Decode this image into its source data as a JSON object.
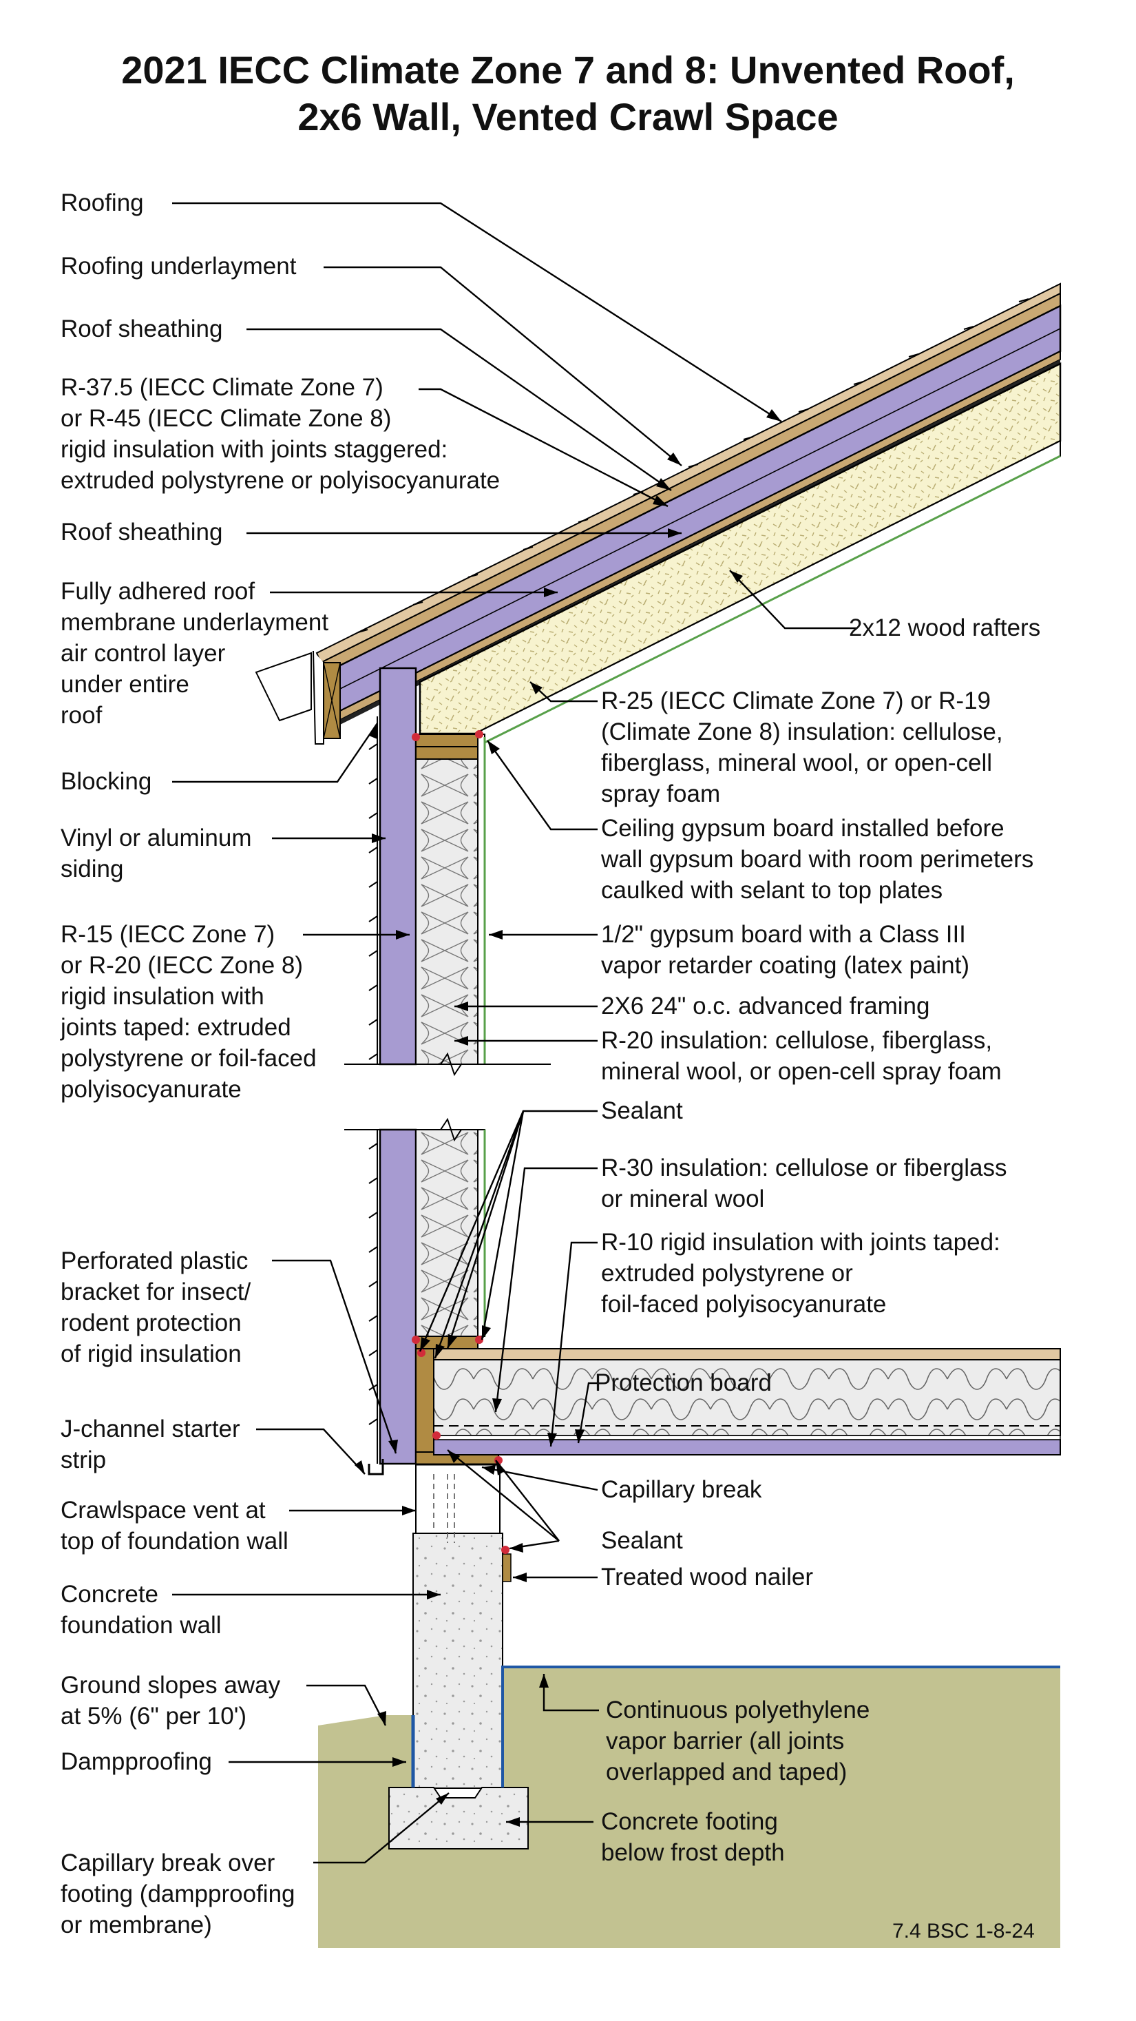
{
  "title": {
    "line1": "2021 IECC Climate Zone 7 and 8: Unvented Roof,",
    "line2": "2x6 Wall, Vented Crawl Space"
  },
  "labels_left": [
    {
      "key": "roofing",
      "text": "Roofing"
    },
    {
      "key": "roofing_underlayment",
      "text": "Roofing underlayment"
    },
    {
      "key": "roof_sheathing_upper",
      "text": "Roof sheathing"
    },
    {
      "key": "rigid_roof_insulation",
      "text": "R-37.5 (IECC Climate Zone 7)\nor R-45 (IECC Climate Zone 8)\nrigid insulation with joints staggered:\nextruded polystyrene or polyisocyanurate"
    },
    {
      "key": "roof_sheathing_lower",
      "text": "Roof sheathing"
    },
    {
      "key": "roof_membrane",
      "text": "Fully adhered roof\nmembrane underlayment\nair control layer\nunder entire\nroof"
    },
    {
      "key": "blocking",
      "text": "Blocking"
    },
    {
      "key": "siding",
      "text": "Vinyl or aluminum\nsiding"
    },
    {
      "key": "wall_rigid_insulation",
      "text": "R-15 (IECC Zone 7)\nor R-20 (IECC Zone 8)\nrigid insulation with\njoints taped: extruded\npolystyrene or foil-faced\npolyisocyanurate"
    },
    {
      "key": "perforated_bracket",
      "text": "Perforated plastic\nbracket for insect/\nrodent protection\nof rigid insulation"
    },
    {
      "key": "j_channel",
      "text": "J-channel starter\nstrip"
    },
    {
      "key": "crawlspace_vent",
      "text": "Crawlspace vent at\ntop of foundation wall"
    },
    {
      "key": "foundation_wall",
      "text": "Concrete\nfoundation wall"
    },
    {
      "key": "ground_slope",
      "text": "Ground slopes away\nat 5% (6\" per 10')"
    },
    {
      "key": "dampproofing",
      "text": "Dampproofing"
    },
    {
      "key": "capillary_break_footing",
      "text": "Capillary break over\nfooting (dampproofing\nor membrane)"
    }
  ],
  "labels_right": [
    {
      "key": "rafters",
      "text": "2x12 wood rafters"
    },
    {
      "key": "rafter_insulation",
      "text": "R-25 (IECC Climate Zone 7) or R-19\n(Climate Zone 8) insulation: cellulose,\nfiberglass, mineral wool, or open-cell\nspray foam"
    },
    {
      "key": "ceiling_gypsum",
      "text": "Ceiling gypsum board installed before\nwall gypsum board with room perimeters\ncaulked with selant to top plates"
    },
    {
      "key": "wall_gypsum",
      "text": "1/2\" gypsum board with a Class III\nvapor retarder coating (latex paint)"
    },
    {
      "key": "framing",
      "text": "2X6 24\" o.c. advanced framing"
    },
    {
      "key": "wall_cavity_insulation",
      "text": "R-20 insulation: cellulose, fiberglass,\nmineral wool, or open-cell spray foam"
    },
    {
      "key": "sealant_upper",
      "text": "Sealant"
    },
    {
      "key": "floor_insulation",
      "text": "R-30 insulation: cellulose or fiberglass\nor mineral wool"
    },
    {
      "key": "floor_rigid_insulation",
      "text": "R-10 rigid insulation with joints taped:\nextruded polystyrene or\nfoil-faced polyisocyanurate"
    },
    {
      "key": "protection_board",
      "text": "Protection board"
    },
    {
      "key": "capillary_break",
      "text": "Capillary break"
    },
    {
      "key": "sealant_lower",
      "text": "Sealant"
    },
    {
      "key": "nailer",
      "text": "Treated wood nailer"
    },
    {
      "key": "vapor_barrier",
      "text": "Continuous polyethylene\nvapor barrier (all joints\noverlapped and taped)"
    },
    {
      "key": "footing",
      "text": "Concrete footing\nbelow frost depth"
    }
  ],
  "reference": "7.4 BSC 1-8-24",
  "colors": {
    "rigid_insulation": "#a79bd1",
    "batt_insulation": "#f7f3cf",
    "wall_batt": "#ece9e2",
    "wood": "#b08b43",
    "ground": "#c2c291",
    "concrete": "#ececec",
    "sealant": "#d22b3a",
    "vapor_barrier": "#1f57a5",
    "gypsum_coat": "#58a04a",
    "roofing": "#e1c8a2"
  }
}
